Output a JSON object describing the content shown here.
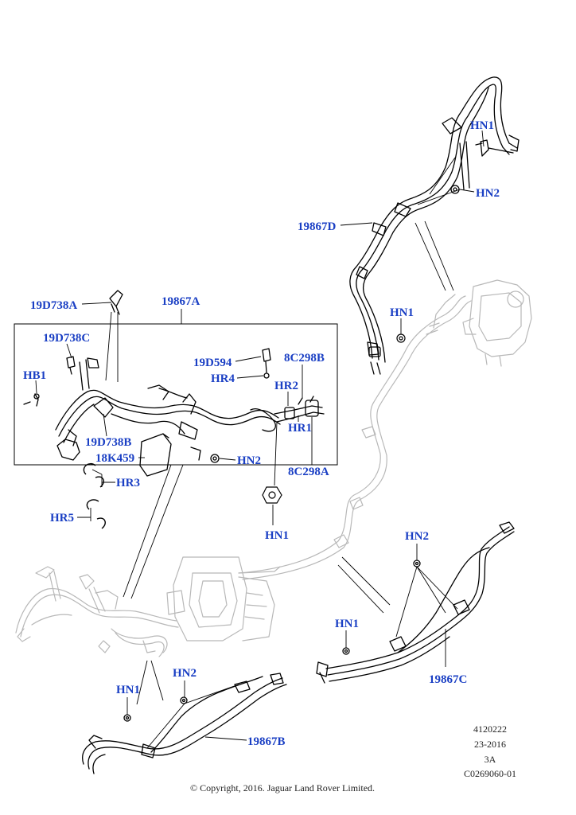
{
  "callouts": {
    "hn1_top": "HN1",
    "hn2_top": "HN2",
    "p19867d": "19867D",
    "hn1_mid": "HN1",
    "p19d738a": "19D738A",
    "p19867a": "19867A",
    "p19d738c": "19D738C",
    "p19d594": "19D594",
    "p8c298b": "8C298B",
    "hr4": "HR4",
    "hb1": "HB1",
    "hr2": "HR2",
    "p19d738b": "19D738B",
    "hr1": "HR1",
    "p18k459": "18K459",
    "hn2_box": "HN2",
    "p8c298a": "8C298A",
    "hr3": "HR3",
    "hr5": "HR5",
    "hn1_box": "HN1",
    "hn2_right": "HN2",
    "hn1_right": "HN1",
    "p19867c": "19867C",
    "hn2_bottom": "HN2",
    "hn1_bottom": "HN1",
    "p19867b": "19867B"
  },
  "info_block": {
    "line1": "4120222",
    "line2": "23-2016",
    "line3": "3A",
    "line4": "C0269060-01"
  },
  "copyright": "© Copyright, 2016. Jaguar Land Rover Limited.",
  "colors": {
    "callout_text": "#1a3fc4",
    "line_art": "#000000",
    "ghost_art": "#b8b8b8"
  }
}
